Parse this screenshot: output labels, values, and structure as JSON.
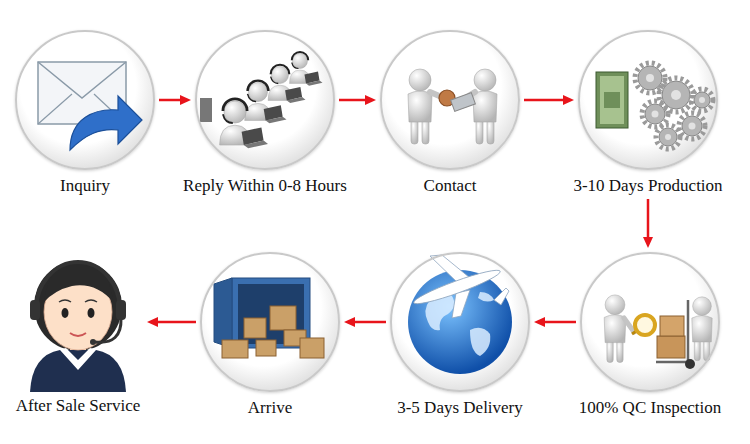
{
  "diagram": {
    "nodes": [
      {
        "text": [
          "Inquiry"
        ]
      },
      {
        "text": [
          "Reply Within 0-8 Hours"
        ]
      },
      {
        "text": [
          "Contact"
        ]
      },
      {
        "text": [
          "3-10 Days Production"
        ]
      },
      {
        "text": [
          "100% QC Inspection"
        ]
      },
      {
        "text": [
          "3-5 Days Delivery"
        ]
      },
      {
        "text": [
          "Arrive"
        ]
      },
      {
        "text": [
          "After Sale Service"
        ]
      }
    ],
    "edges": [
      {
        "from": 0,
        "to": 1,
        "arrow": "to"
      },
      {
        "from": 1,
        "to": 2,
        "arrow": "to"
      },
      {
        "from": 2,
        "to": 3,
        "arrow": "to"
      },
      {
        "from": 3,
        "to": 4,
        "arrow": "to"
      },
      {
        "from": 4,
        "to": 5,
        "arrow": "to"
      },
      {
        "from": 5,
        "to": 6,
        "arrow": "to"
      },
      {
        "from": 6,
        "to": 7,
        "arrow": "to"
      }
    ]
  }
}
